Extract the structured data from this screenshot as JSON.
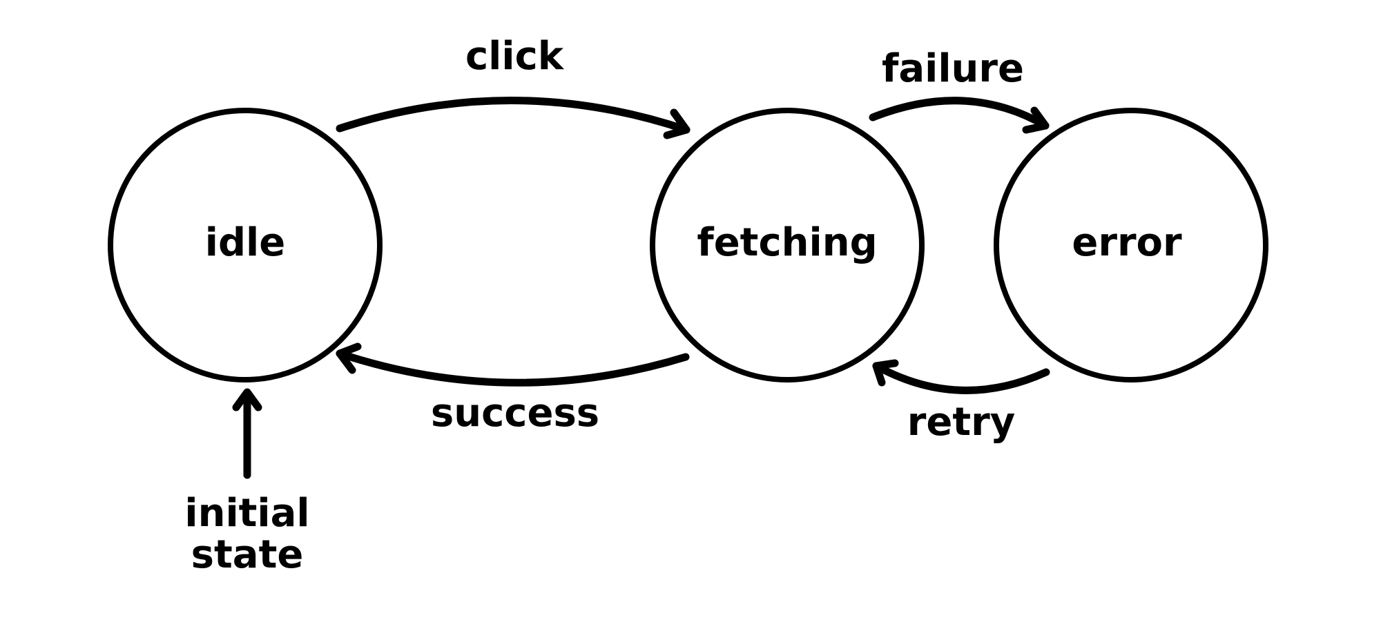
{
  "states": {
    "idle": "idle",
    "fetching": "fetching",
    "error": "error"
  },
  "transitions": {
    "click": "click",
    "success": "success",
    "failure": "failure",
    "retry": "retry"
  },
  "initial_state": {
    "line1": "initial",
    "line2": "state"
  },
  "colors": {
    "stroke": "#000000",
    "background": "#ffffff"
  }
}
